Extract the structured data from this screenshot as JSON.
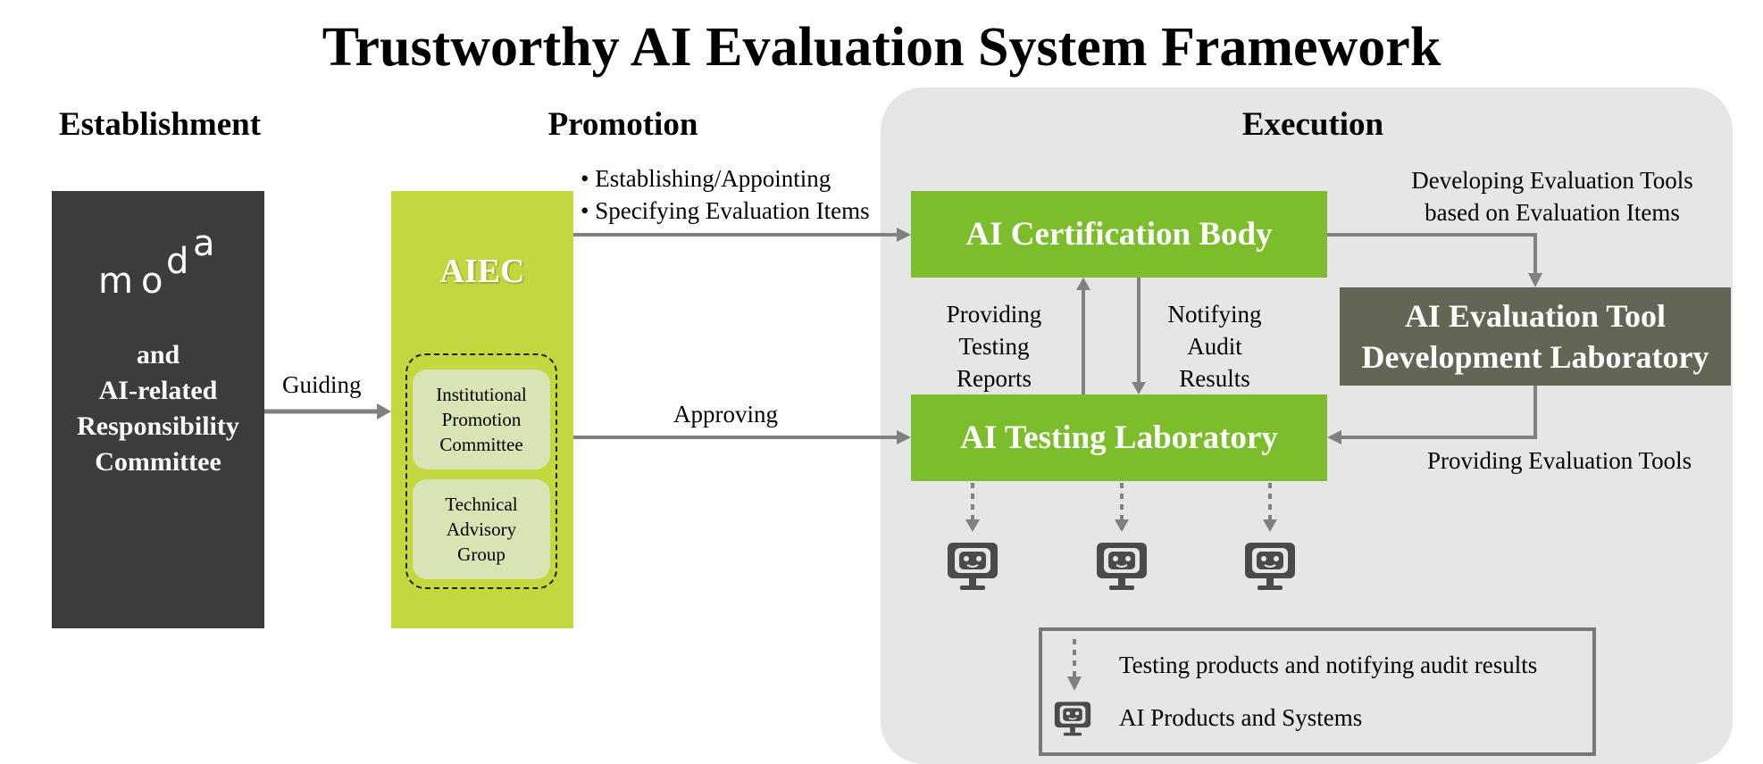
{
  "title": "Trustworthy AI Evaluation System Framework",
  "columns": {
    "establishment": "Establishment",
    "promotion": "Promotion",
    "execution": "Execution"
  },
  "establishment": {
    "logo": "moda",
    "lines": [
      "and",
      "AI-related",
      "Responsibility",
      "Committee"
    ]
  },
  "aiec": {
    "title": "AIEC",
    "groups": [
      {
        "lines": [
          "Institutional",
          "Promotion",
          "Committee"
        ]
      },
      {
        "lines": [
          "Technical",
          "Advisory",
          "Group"
        ]
      }
    ]
  },
  "edges": {
    "guiding": "Guiding",
    "bullets": [
      "Establishing/Appointing",
      "Specifying Evaluation Items"
    ],
    "approving": "Approving",
    "providing_testing_reports": [
      "Providing",
      "Testing",
      "Reports"
    ],
    "notifying_audit_results": [
      "Notifying",
      "Audit",
      "Results"
    ],
    "developing_tools": [
      "Developing Evaluation Tools",
      "based on Evaluation Items"
    ],
    "providing_tools": "Providing Evaluation Tools"
  },
  "nodes": {
    "certification": "AI Certification Body",
    "testing_lab": "AI Testing Laboratory",
    "tool_lab": [
      "AI Evaluation Tool",
      "Development Laboratory"
    ]
  },
  "legend": {
    "items": [
      {
        "icon": "dotted-arrow-icon",
        "label": "Testing products and notifying audit results"
      },
      {
        "icon": "robot-monitor-icon",
        "label": "AI Products and Systems"
      }
    ]
  },
  "colors": {
    "dark": "#3c3c3c",
    "lime": "#c3d83f",
    "green": "#7cbd2b",
    "olive": "#636654",
    "panel": "#e6e6e6",
    "arrow": "#808080"
  }
}
